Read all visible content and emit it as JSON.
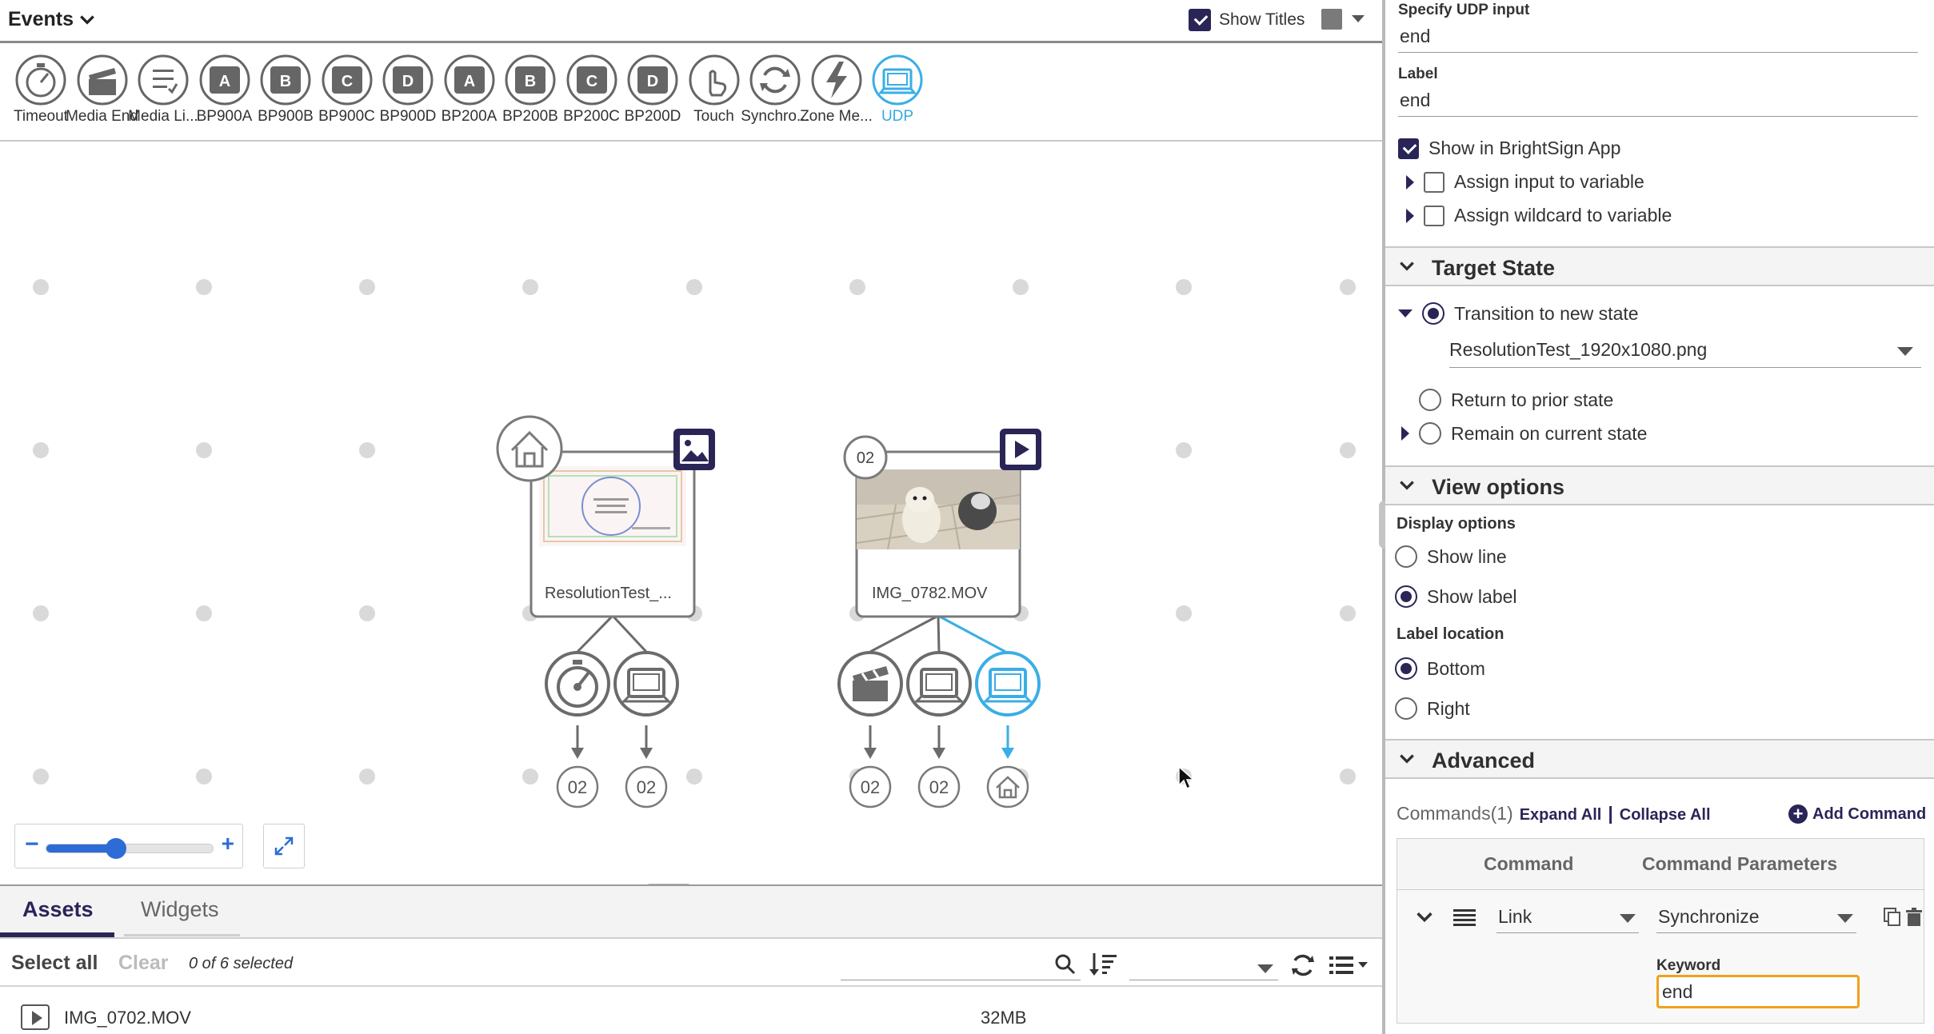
{
  "topbar": {
    "events_label": "Events",
    "show_titles_label": "Show Titles",
    "swatch_color": "#7a7a7a"
  },
  "event_types": [
    {
      "label": "Timeout",
      "icon": "timeout-icon"
    },
    {
      "label": "Media End",
      "icon": "clapperboard-icon"
    },
    {
      "label": "Media Li...",
      "icon": "media-list-icon"
    },
    {
      "label": "BP900A",
      "icon": "button-panel-icon",
      "code": "A"
    },
    {
      "label": "BP900B",
      "icon": "button-panel-icon",
      "code": "B"
    },
    {
      "label": "BP900C",
      "icon": "button-panel-icon",
      "code": "C"
    },
    {
      "label": "BP900D",
      "icon": "button-panel-icon",
      "code": "D"
    },
    {
      "label": "BP200A",
      "icon": "button-panel-icon",
      "code": "A"
    },
    {
      "label": "BP200B",
      "icon": "button-panel-icon",
      "code": "B"
    },
    {
      "label": "BP200C",
      "icon": "button-panel-icon",
      "code": "C"
    },
    {
      "label": "BP200D",
      "icon": "button-panel-icon",
      "code": "D"
    },
    {
      "label": "Touch",
      "icon": "touch-icon"
    },
    {
      "label": "Synchro...",
      "icon": "sync-icon"
    },
    {
      "label": "Zone Me...",
      "icon": "zone-message-icon"
    },
    {
      "label": "UDP",
      "icon": "udp-icon",
      "selected": true
    }
  ],
  "canvas": {
    "state1": {
      "label": "ResolutionTest_...",
      "badge_icon": "home-icon",
      "type_icon": "image-icon"
    },
    "state2": {
      "label": "IMG_0782.MOV",
      "badge": "02",
      "type_icon": "video-play-icon"
    },
    "targets": [
      "02",
      "02",
      "02",
      "02"
    ],
    "accent_color": "#3aaee6"
  },
  "zoom": {
    "level": 0.42
  },
  "bottom": {
    "tabs": [
      {
        "label": "Assets"
      },
      {
        "label": "Widgets"
      }
    ],
    "select_all": "Select all",
    "clear": "Clear",
    "selected_count": "0 of 6 selected",
    "asset": {
      "name": "IMG_0702.MOV",
      "size": "32MB"
    }
  },
  "right": {
    "udp_input_label": "Specify UDP input",
    "udp_input_value": "end",
    "label_label": "Label",
    "label_value": "end",
    "show_in_app": "Show in BrightSign App",
    "assign_input": "Assign input to variable",
    "assign_wildcard": "Assign wildcard to variable",
    "target_state": {
      "title": "Target State",
      "transition": "Transition to new state",
      "state_value": "ResolutionTest_1920x1080.png",
      "return_prior": "Return to prior state",
      "remain_current": "Remain on current state"
    },
    "view_options": {
      "title": "View options",
      "display_options": "Display options",
      "show_line": "Show line",
      "show_label": "Show label",
      "label_location": "Label location",
      "bottom": "Bottom",
      "right": "Right"
    },
    "advanced": {
      "title": "Advanced",
      "commands_label": "Commands(1)",
      "expand_all": "Expand All",
      "collapse_all": "Collapse All",
      "add_command": "Add Command",
      "col_command": "Command",
      "col_params": "Command Parameters",
      "row": {
        "command": "Link",
        "parameter": "Synchronize",
        "keyword_label": "Keyword",
        "keyword_value": "end"
      }
    }
  }
}
